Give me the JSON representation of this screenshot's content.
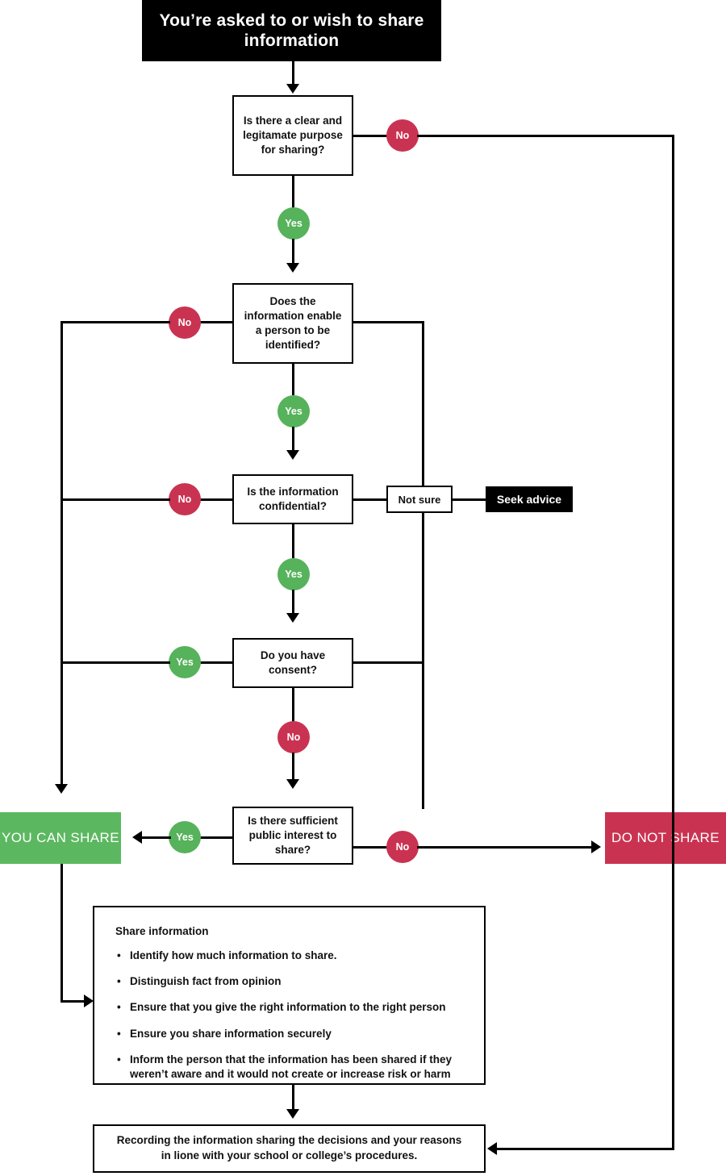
{
  "diagram": {
    "title": "Information sharing decision flowchart",
    "colors": {
      "yes": "#56b25b",
      "no": "#c93351",
      "can_share": "#5cb860",
      "do_not_share": "#c93351",
      "terminal": "#000000"
    }
  },
  "start": {
    "label": "You’re asked to or wish to share information"
  },
  "decisions": {
    "purpose": "Is there a clear and legitamate purpose for sharing?",
    "identify": "Does the information enable a person to be identified?",
    "confidential": "Is the information confidential?",
    "consent": "Do you have consent?",
    "public_interest": "Is there sufficient public interest to share?"
  },
  "edges": {
    "purpose_no": "No",
    "purpose_yes": "Yes",
    "identify_no": "No",
    "identify_yes": "Yes",
    "confidential_no": "No",
    "confidential_yes": "Yes",
    "confidential_not_sure": "Not sure",
    "consent_yes": "Yes",
    "consent_no": "No",
    "public_interest_yes": "Yes",
    "public_interest_no": "No"
  },
  "advice": {
    "label": "Seek advice"
  },
  "results": {
    "can_share": "YOU CAN SHARE",
    "do_not_share": "DO NOT SHARE"
  },
  "share_info": {
    "heading": "Share information",
    "items": [
      "Identify how much information to share.",
      "Distinguish fact from opinion",
      "Ensure that you give the right information to the right person",
      "Ensure you share information securely",
      "Inform the person that the information has been shared if they weren’t aware and it would not create or increase risk or harm"
    ]
  },
  "record": {
    "label": "Recording the information sharing the decisions and your reasons in lione with your school or college’s procedures."
  }
}
